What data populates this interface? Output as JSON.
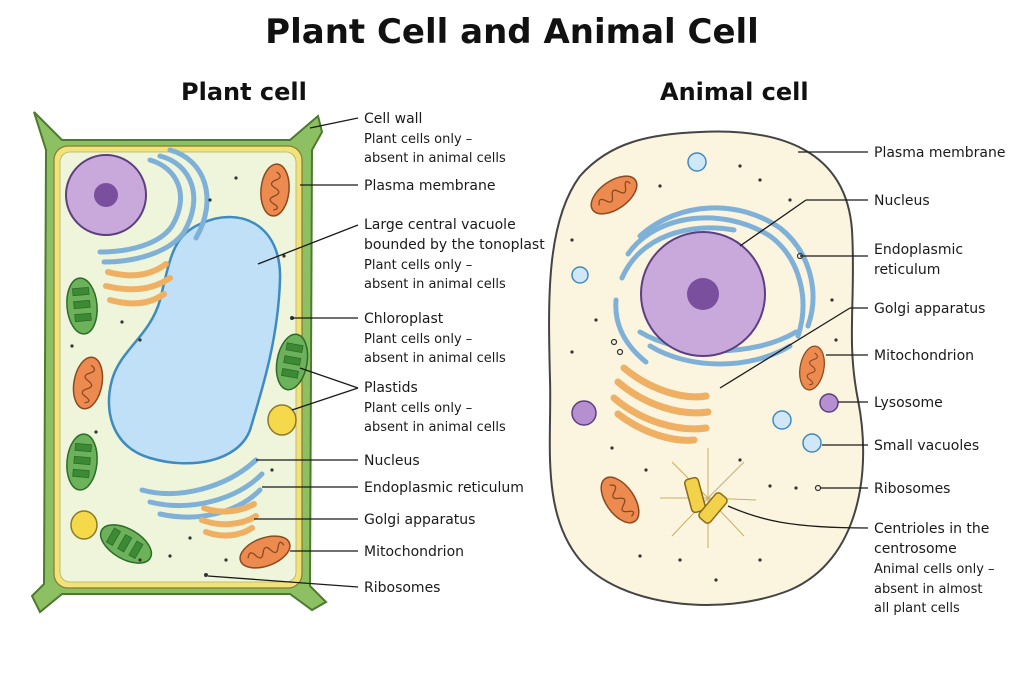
{
  "title": "Plant Cell and Animal Cell",
  "plant_cell": {
    "heading": "Plant cell",
    "labels": {
      "cell_wall": "Cell wall",
      "cell_wall_note_1": "Plant cells only –",
      "cell_wall_note_2": "absent in animal cells",
      "plasma_membrane": "Plasma membrane",
      "vacuole_1": "Large central vacuole",
      "vacuole_2": "bounded by the tonoplast",
      "vacuole_note_1": "Plant cells only –",
      "vacuole_note_2": "absent in animal cells",
      "chloroplast": "Chloroplast",
      "chloroplast_note_1": "Plant cells only –",
      "chloroplast_note_2": "absent in animal cells",
      "plastids": "Plastids",
      "plastids_note_1": "Plant cells only –",
      "plastids_note_2": "absent in animal cells",
      "nucleus": "Nucleus",
      "er": "Endoplasmic reticulum",
      "golgi": "Golgi apparatus",
      "mitochondrion": "Mitochondrion",
      "ribosomes": "Ribosomes"
    }
  },
  "animal_cell": {
    "heading": "Animal cell",
    "labels": {
      "plasma_membrane": "Plasma membrane",
      "nucleus": "Nucleus",
      "er_1": "Endoplasmic",
      "er_2": "reticulum",
      "golgi": "Golgi apparatus",
      "mitochondrion": "Mitochondrion",
      "lysosome": "Lysosome",
      "small_vacuoles": "Small vacuoles",
      "ribosomes": "Ribosomes",
      "centrioles_1": "Centrioles in the",
      "centrioles_2": "centrosome",
      "centrioles_note_1": "Animal cells only –",
      "centrioles_note_2": "absent in almost",
      "centrioles_note_3": "all plant cells"
    }
  },
  "colors": {
    "cell_wall": "#8cc063",
    "plant_cytoplasm": "#eef5da",
    "membrane_yellow": "#f2e27a",
    "vacuole": "#bfe0f6",
    "nucleus": "#c9a8dc",
    "nucleolus": "#7a4f9e",
    "er": "#7fb0d8",
    "golgi": "#f0b063",
    "mitochondrion": "#ec8a4f",
    "chloroplast": "#6bb25a",
    "animal_cytoplasm": "#fbf4df",
    "lysosome": "#b58fd0",
    "small_vacuole": "#cfe7f6",
    "centriole": "#f2d24a"
  }
}
